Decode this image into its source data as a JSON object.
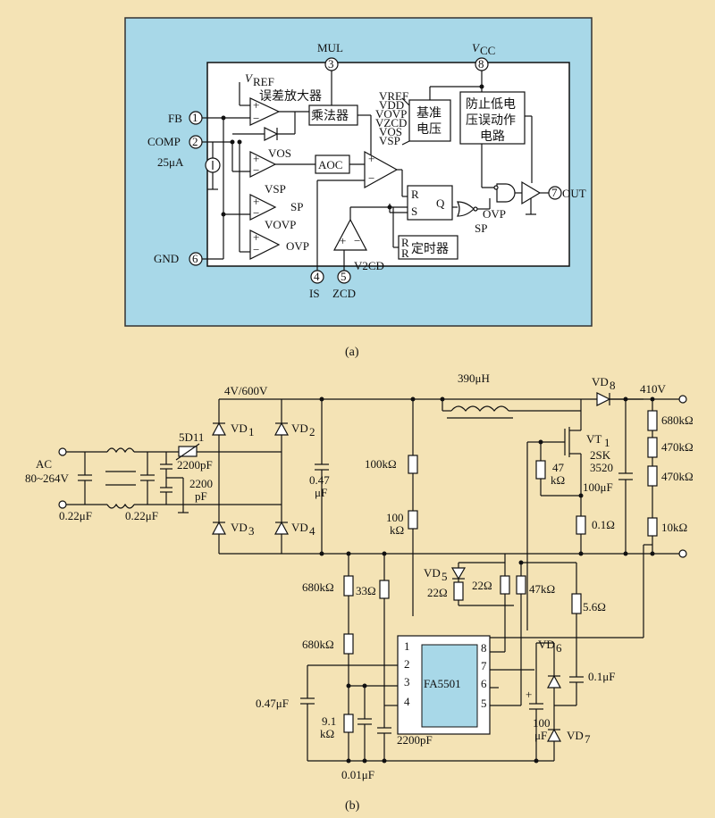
{
  "part_a": {
    "caption": "(a)",
    "pins": {
      "fb": "FB",
      "comp": "COMP",
      "gnd": "GND",
      "mul": "MUL",
      "vcc": "V",
      "vcc_sub": "CC",
      "out": "OUT",
      "is": "IS",
      "zcd": "ZCD",
      "n1": "1",
      "n2": "2",
      "n3": "3",
      "n4": "4",
      "n5": "5",
      "n6": "6",
      "n7": "7",
      "n8": "8"
    },
    "labels": {
      "vref": "V",
      "vref_sub": "REF",
      "error_amp": "误差放大器",
      "multiplier": "乘法器",
      "vos": "VOS",
      "aoc": "AOC",
      "vsp": "VSP",
      "sp": "SP",
      "vovp": "VOVP",
      "ovp": "OVP",
      "current_25": "25μA",
      "ref_list": [
        "VREF",
        "VDD",
        "VOVP",
        "VZCD",
        "VOS",
        "VSP"
      ],
      "ref_block_1": "基准",
      "ref_block_2": "电压",
      "uvlo_1": "防止低电",
      "uvlo_2": "压误动作",
      "uvlo_3": "电路",
      "r": "R",
      "s": "S",
      "q": "Q",
      "timer": "定时器",
      "v2cd": "V2CD",
      "ovp2": "OVP",
      "sp2": "SP"
    }
  },
  "part_b": {
    "caption": "(b)",
    "labels": {
      "ac": "AC",
      "ac_range": "80~264V",
      "c_in1": "0.22μF",
      "c_in2": "0.22μF",
      "ntc": "5D11",
      "c_y1": "2200pF",
      "c_y2_1": "2200",
      "c_y2_2": "pF",
      "bridge": "4V/600V",
      "vd1": "VD",
      "vd1_n": "1",
      "vd2": "VD",
      "vd2_n": "2",
      "vd3": "VD",
      "vd3_n": "3",
      "vd4": "VD",
      "vd4_n": "4",
      "c047_1": "0.47",
      "c047_2": "μF",
      "inductor": "390μH",
      "r100k": "100kΩ",
      "r100k2_1": "100",
      "r100k2_2": "kΩ",
      "vd8": "VD",
      "vd8_n": "8",
      "vout": "410V",
      "vt1": "VT",
      "vt1_n": "1",
      "mos_1": "2SK",
      "mos_2": "3520",
      "r47k_1": "47",
      "r47k_2": "kΩ",
      "c100u": "100μF",
      "r01": "0.1Ω",
      "r680k": "680kΩ",
      "r470k_a": "470kΩ",
      "r470k_b": "470kΩ",
      "r10k": "10kΩ",
      "vd5": "VD",
      "vd5_n": "5",
      "r22a": "22Ω",
      "r22b": "22Ω",
      "r47k": "47kΩ",
      "r56": "5.6Ω",
      "r680k_b": "680kΩ",
      "r33": "33Ω",
      "r680k_c": "680kΩ",
      "ic": "FA5501",
      "vd6": "VD",
      "vd6_n": "6",
      "c01u": "0.1μF",
      "c047u": "0.47μF",
      "r91_1": "9.1",
      "r91_2": "kΩ",
      "c2200": "2200pF",
      "c100u2_1": "100",
      "c100u2_2": "μF",
      "vd7": "VD",
      "vd7_n": "7",
      "c001": "0.01μF",
      "p1": "1",
      "p2": "2",
      "p3": "3",
      "p4": "4",
      "p5": "5",
      "p6": "6",
      "p7": "7",
      "p8": "8"
    }
  },
  "colors": {
    "background": "#f4e3b5",
    "chip_fill": "#a8d8e8",
    "ink": "#111111"
  }
}
